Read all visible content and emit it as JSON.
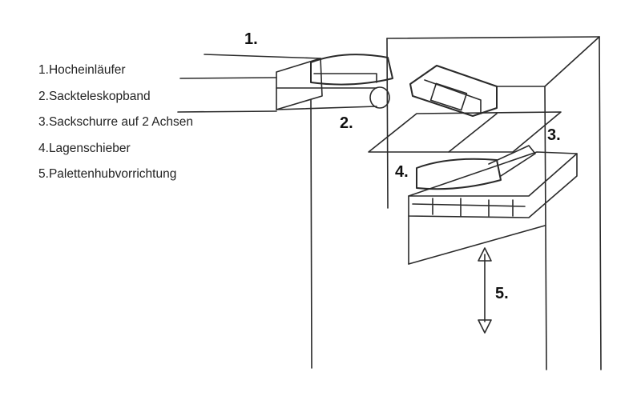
{
  "legend": [
    {
      "number": "1.",
      "label": "Hocheinläufer"
    },
    {
      "number": "2.",
      "label": "Sackteleskopband"
    },
    {
      "number": "3.",
      "label": "Sackschurre auf 2 Achsen"
    },
    {
      "number": "4.",
      "label": "Lagenschieber"
    },
    {
      "number": "5.",
      "label": "Palettenhubvorrichtung"
    }
  ],
  "callouts": {
    "c1": "1.",
    "c2": "2.",
    "c3": "3.",
    "c4": "4.",
    "c5": "5."
  }
}
